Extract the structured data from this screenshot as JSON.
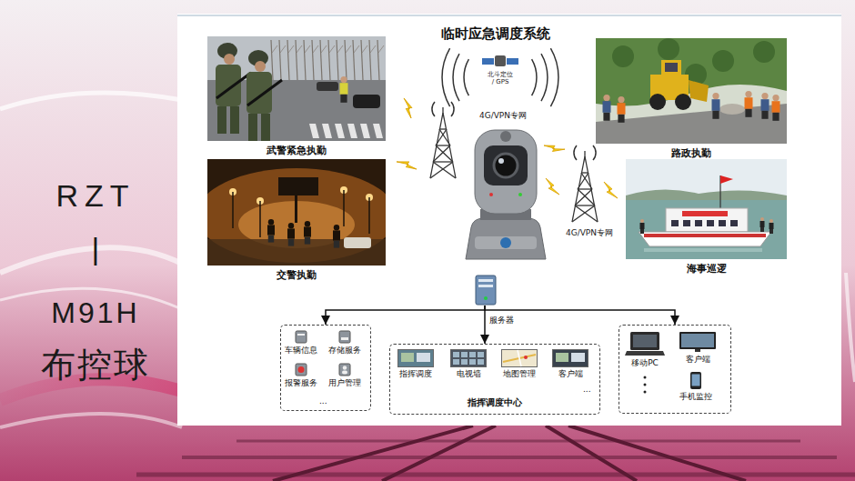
{
  "diagram": {
    "title": "临时应急调度系统",
    "nodes": [
      {
        "text": [
          "武警紧急执勤"
        ]
      },
      {
        "text": [
          "路政执勤"
        ]
      },
      {
        "text": [
          "交警执勤"
        ]
      },
      {
        "text": [
          "海事巡逻"
        ]
      },
      {
        "text": [
          "服务器"
        ]
      },
      {
        "text": [
          "车辆信息",
          "存储服务",
          "报警服务",
          "用户管理",
          "..."
        ]
      },
      {
        "text": [
          "指挥调度",
          "电视墙",
          "地图管理",
          "客户端",
          "...",
          "指挥调度中心"
        ]
      },
      {
        "text": [
          "移动PC",
          "客户端",
          "手机监控"
        ]
      }
    ],
    "edges": [
      {
        "from": 4,
        "to": 5,
        "arrow": "to"
      },
      {
        "from": 4,
        "to": 6,
        "arrow": "to"
      },
      {
        "from": 4,
        "to": 7,
        "arrow": "to"
      }
    ],
    "labels": [
      "RZT",
      "|",
      "M91H",
      "布控球",
      "北斗定位 / GPS",
      "4G/VPN专网",
      "4G/VPN专网"
    ]
  }
}
